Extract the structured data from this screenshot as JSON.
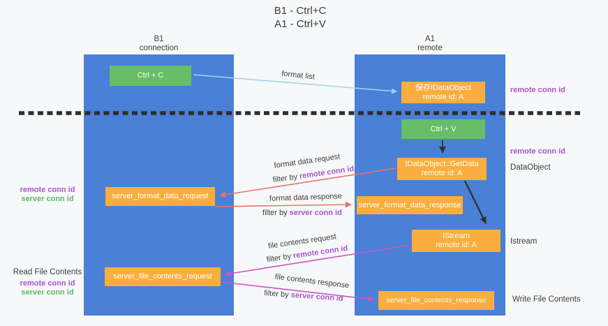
{
  "title": {
    "line1": "B1 - Ctrl+C",
    "line2": "A1 - Ctrl+V"
  },
  "columns": {
    "left": {
      "name": "B1",
      "role": "connection"
    },
    "right": {
      "name": "A1",
      "role": "remote"
    }
  },
  "boxes": {
    "ctrl_c": "Ctrl + C",
    "ctrl_v": "Ctrl + V",
    "save_dataobject": {
      "line1": "保存IDataObject",
      "line2": "remote id: A"
    },
    "getdata": {
      "line1": "IDataObject::GetData",
      "line2": "remote id: A"
    },
    "istream": {
      "line1": "IStream",
      "line2": "remote id: A"
    },
    "format_request": "server_format_data_request",
    "format_response": "server_format_data_response",
    "file_request": "server_file_contents_request",
    "file_response": "server_file_contents_response"
  },
  "arrow_labels": {
    "format_list": "format list",
    "format_data_request": "format data request",
    "format_data_response": "format data response",
    "file_contents_request": "file contents request",
    "file_contents_response": "file contents response",
    "filter_by": "filter by",
    "remote_conn_id": "remote conn id",
    "server_conn_id": "server conn id"
  },
  "side_labels": {
    "remote_conn_id_top": "remote conn id",
    "remote_conn_id_mid": "remote conn id",
    "dataobject": "DataObject",
    "istream": "Istream",
    "write_file_contents": "Write File Contents",
    "read_file_contents": "Read File Contents",
    "left_remote_conn_id": "remote conn id",
    "left_server_conn_id": "server conn id",
    "read_remote_conn_id": "remote conn id",
    "read_server_conn_id": "server conn id"
  },
  "colors": {
    "column_blue": "#4a80d6",
    "box_green": "#67bd68",
    "box_orange": "#f9ae3d",
    "purple_label": "#a855c8",
    "green_label": "#5cb860",
    "red_arrow": "#e87272",
    "magenta_arrow": "#cb54c4",
    "lightblue_arrow": "#a5d2f1",
    "black_arrow": "#333333",
    "dashed_line": "#2d2d2d"
  }
}
